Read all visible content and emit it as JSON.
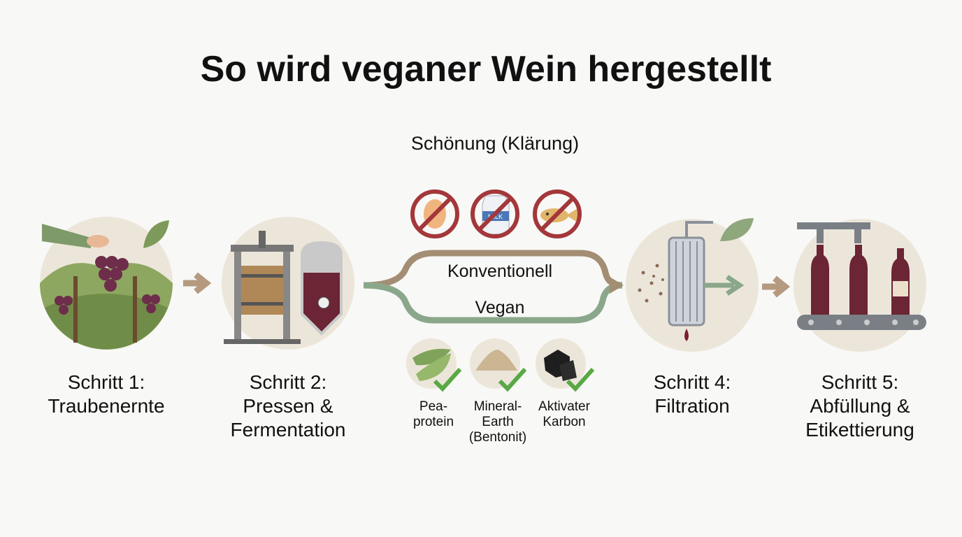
{
  "title": "So wird veganer Wein hergestellt",
  "fining": {
    "heading": "Schönung (Klärung)",
    "conventional_label": "Konventionell",
    "vegan_label": "Vegan",
    "excluded_icons": [
      "egg-icon",
      "milk-carton-icon",
      "fish-icon"
    ],
    "milk_carton_text": "MILK",
    "vegan_agents": [
      {
        "icon": "pea-pod-icon",
        "lines": [
          "Pea-",
          "protein"
        ]
      },
      {
        "icon": "bentonite-powder-icon",
        "lines": [
          "Mineral-",
          "Earth",
          "(Bentonit)"
        ]
      },
      {
        "icon": "charcoal-icon",
        "lines": [
          "Aktivater",
          "Karbon"
        ]
      }
    ]
  },
  "steps": [
    {
      "icon": "grape-harvest-icon",
      "lines": [
        "Schritt 1:",
        "Traubenernte"
      ]
    },
    {
      "icon": "wine-press-tank-icon",
      "lines": [
        "Schritt 2:",
        "Pressen &",
        "Fermentation"
      ]
    },
    {
      "icon": "filter-icon",
      "lines": [
        "Schritt 4:",
        "Filtration"
      ]
    },
    {
      "icon": "bottling-line-icon",
      "lines": [
        "Schritt 5:",
        "Abfüllung &",
        "Etikettierung"
      ]
    }
  ],
  "colors": {
    "conventional": "#a38e74",
    "vegan": "#8aa78b",
    "prohibited": "#a3373a",
    "check": "#5aa845",
    "wine": "#6b2535",
    "circle_bg": "#ece6da"
  }
}
